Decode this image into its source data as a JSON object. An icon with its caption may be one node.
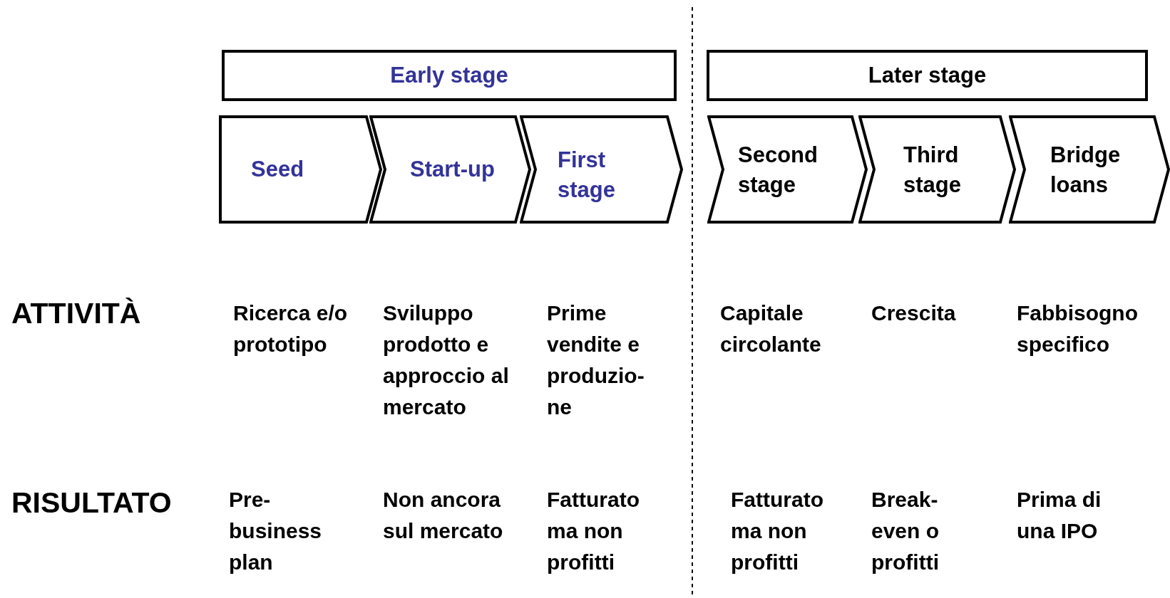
{
  "diagram": {
    "nodes": [
      {
        "text": [
          "Early stage"
        ]
      },
      {
        "text": [
          "Later stage"
        ]
      },
      {
        "text": [
          "Seed"
        ]
      },
      {
        "text": [
          "Start-up"
        ]
      },
      {
        "text": [
          "First stage"
        ]
      },
      {
        "text": [
          "Second stage"
        ]
      },
      {
        "text": [
          "Third stage"
        ]
      },
      {
        "text": [
          "Bridge loans"
        ]
      }
    ],
    "labels": [
      "ATTIVITÀ",
      "Ricerca e/o prototipo",
      "Sviluppo prodotto e approccio al mercato",
      "Prime vendite e produzio-ne",
      "Capitale circolante",
      "Crescita",
      "Fabbisogno specifico",
      "RISULTATO",
      "Pre-business plan",
      "Non ancora sul mercato",
      "Fatturato ma non profitti",
      "Fatturato ma non profitti",
      "Break-even o profitti",
      "Prima di una IPO"
    ]
  }
}
